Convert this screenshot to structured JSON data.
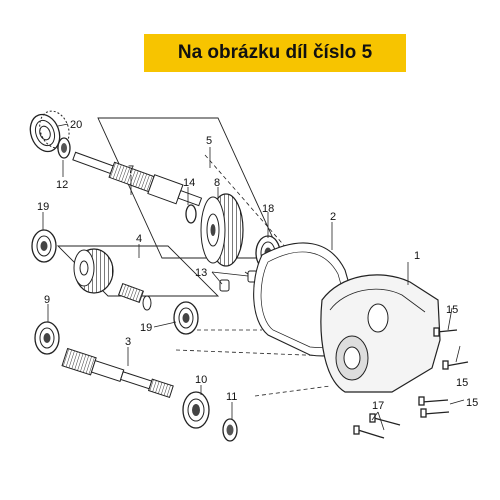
{
  "banner": {
    "text": "Na obrázku díl číslo 5"
  },
  "callouts": {
    "c1": "1",
    "c2": "2",
    "c3": "3",
    "c4": "4",
    "c5": "5",
    "c7": "7",
    "c8": "8",
    "c9": "9",
    "c10": "10",
    "c11": "11",
    "c12": "12",
    "c13": "13",
    "c14": "14",
    "c15a": "15",
    "c15b": "15",
    "c15c": "15",
    "c17": "17",
    "c18": "18",
    "c19a": "19",
    "c19b": "19",
    "c20": "20"
  }
}
